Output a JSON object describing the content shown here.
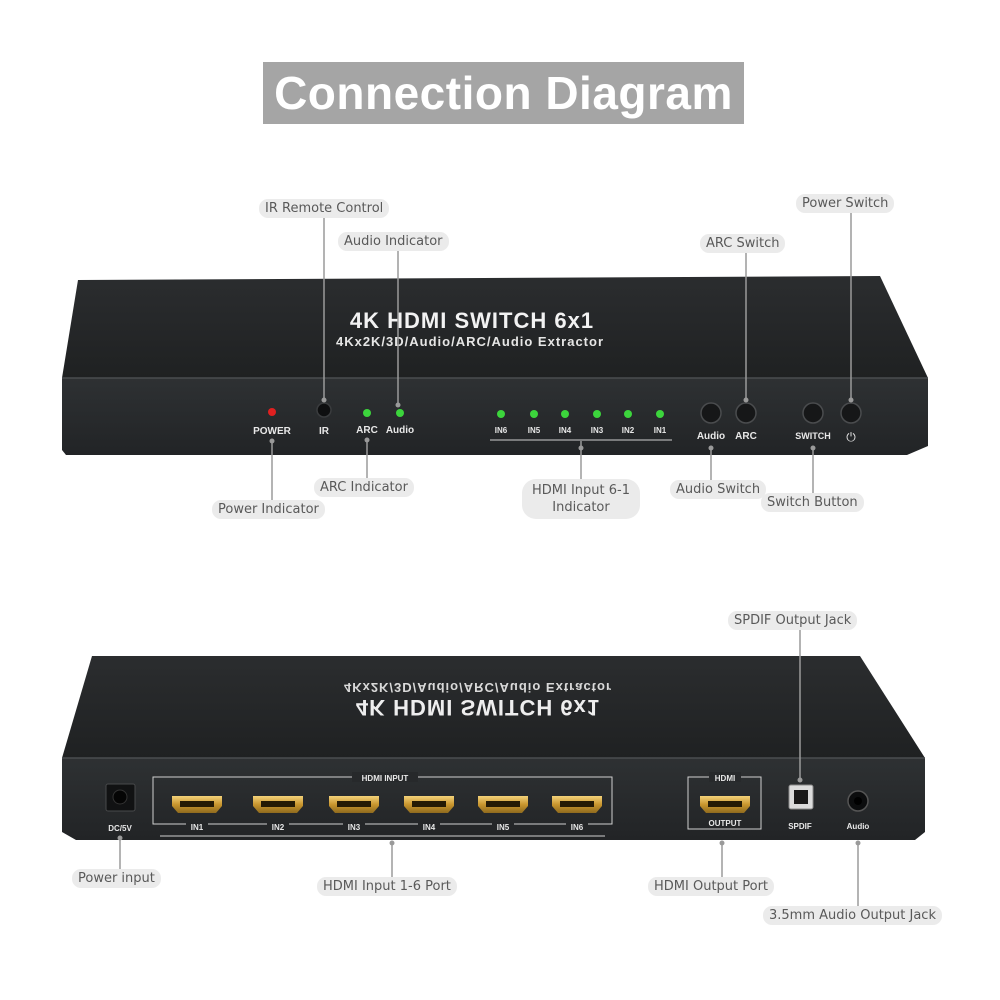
{
  "title": "Connection Diagram",
  "front": {
    "brand_line1": "4K HDMI SWITCH 6x1",
    "brand_line2": "4Kx2K/3D/Audio/ARC/Audio Extractor",
    "labels": {
      "power": "POWER",
      "ir": "IR",
      "arc": "ARC",
      "audio": "Audio",
      "in6": "IN6",
      "in5": "IN5",
      "in4": "IN4",
      "in3": "IN3",
      "in2": "IN2",
      "in1": "IN1",
      "audio_btn": "Audio",
      "arc_btn": "ARC",
      "switch_btn": "SWITCH",
      "power_btn": "⏻"
    },
    "callouts": {
      "ir_remote": "IR Remote Control",
      "audio_indicator": "Audio Indicator",
      "arc_switch": "ARC Switch",
      "power_switch": "Power Switch",
      "arc_indicator": "ARC Indicator",
      "power_indicator": "Power Indicator",
      "hdmi_input_indicator": "HDMI Input 6-1 Indicator",
      "audio_switch": "Audio Switch",
      "switch_button": "Switch Button"
    },
    "colors": {
      "power_led": "#e02020",
      "status_led": "#3cd53c"
    }
  },
  "back": {
    "brand_line1": "4K HDMI SWITCH 6x1",
    "brand_line2": "4Kx2K/3D/Audio/ARC/Audio Extractor",
    "labels": {
      "dc": "DC/5V",
      "hdmi_input": "HDMI INPUT",
      "ports": [
        "IN1",
        "IN2",
        "IN3",
        "IN4",
        "IN5",
        "IN6"
      ],
      "hdmi": "HDMI",
      "output": "OUTPUT",
      "spdif": "SPDIF",
      "audio": "Audio"
    },
    "callouts": {
      "spdif_jack": "SPDIF Output Jack",
      "power_input": "Power input",
      "hdmi_input_ports": "HDMI Input 1-6 Port",
      "hdmi_output_port": "HDMI Output Port",
      "audio_jack": "3.5mm Audio Output Jack"
    }
  }
}
